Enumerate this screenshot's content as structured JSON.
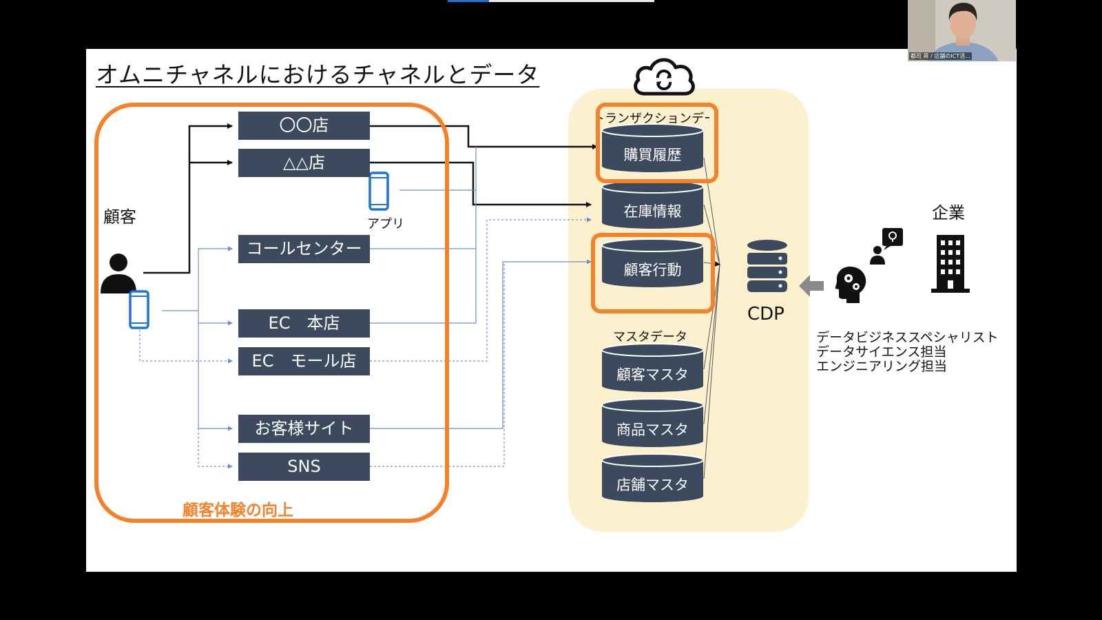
{
  "slide": {
    "title": "オムニチャネルにおけるチャネルとデータ",
    "customer_label": "顧客",
    "app_label": "アプリ",
    "channels": [
      "〇〇店",
      "△△店",
      "コールセンター",
      "EC　本店",
      "EC　モール店",
      "お客様サイト",
      "SNS"
    ],
    "customer_experience_label": "顧客体験の向上",
    "transaction_data_label": "トランザクションデータ",
    "transaction_tables": [
      "購買履歴",
      "在庫情報",
      "顧客行動"
    ],
    "master_data_label": "マスタデータ",
    "master_tables": [
      "顧客マスタ",
      "商品マスタ",
      "店舗マスタ"
    ],
    "cdp_label": "CDP",
    "company_label": "企業",
    "roles": [
      "データビジネススペシャリスト",
      "データサイエンス担当",
      "エンジニアリング担当"
    ],
    "icons": [
      "person-icon",
      "smartphone-icon",
      "cloud-sync-icon",
      "database-icon",
      "brain-gears-icon",
      "person-idea-icon",
      "office-building-icon",
      "arrow-left-icon"
    ],
    "colors": {
      "highlight": "#f5822a",
      "box": "#3d4a5e",
      "panel": "#fdf0cf",
      "phone": "#1f74d4"
    }
  },
  "webcam": {
    "caption": "都司 昇 / 店舗のICT活..."
  },
  "presentation": {
    "progress": 0.2
  }
}
